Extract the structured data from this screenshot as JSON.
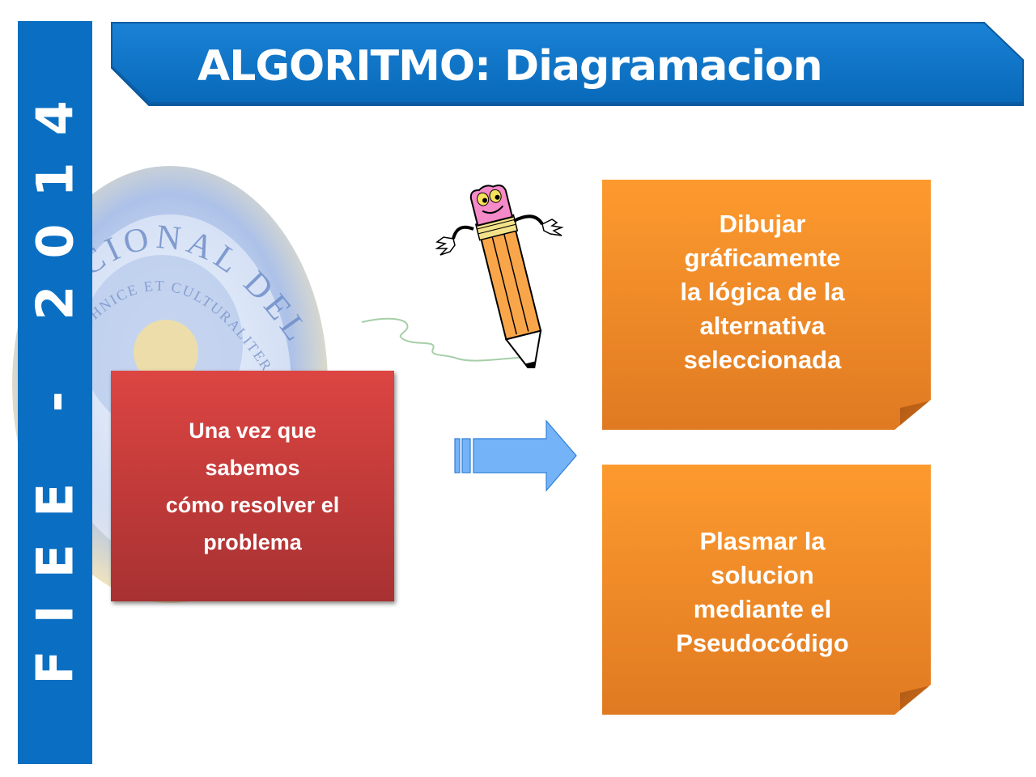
{
  "slide": {
    "title": "ALGORITMO: Diagramacion",
    "side_label": "FIEE - 2014",
    "colors": {
      "title_banner": "#0a6fc2",
      "side_band": "#0a6fc2",
      "red_box": "#d0403e",
      "orange_note": "#f58f2a",
      "arrow": "#74b3f7"
    }
  },
  "background_seal": {
    "text_top": "NACIONAL DEL CA",
    "text_inner": "TECHNICE ET CULTURALITER"
  },
  "diagram": {
    "source_box": {
      "lines": [
        "Una vez que",
        "sabemos",
        "cómo resolver el",
        "problema"
      ]
    },
    "arrow_icon": "striped-right-arrow",
    "illustration": "pencil-character-drawing",
    "targets": [
      {
        "lines": [
          "Dibujar",
          "gráficamente",
          "la lógica de la",
          "alternativa",
          "seleccionada"
        ]
      },
      {
        "lines": [
          "Plasmar la",
          "solucion",
          "mediante el",
          "Pseudocódigo"
        ]
      }
    ]
  }
}
